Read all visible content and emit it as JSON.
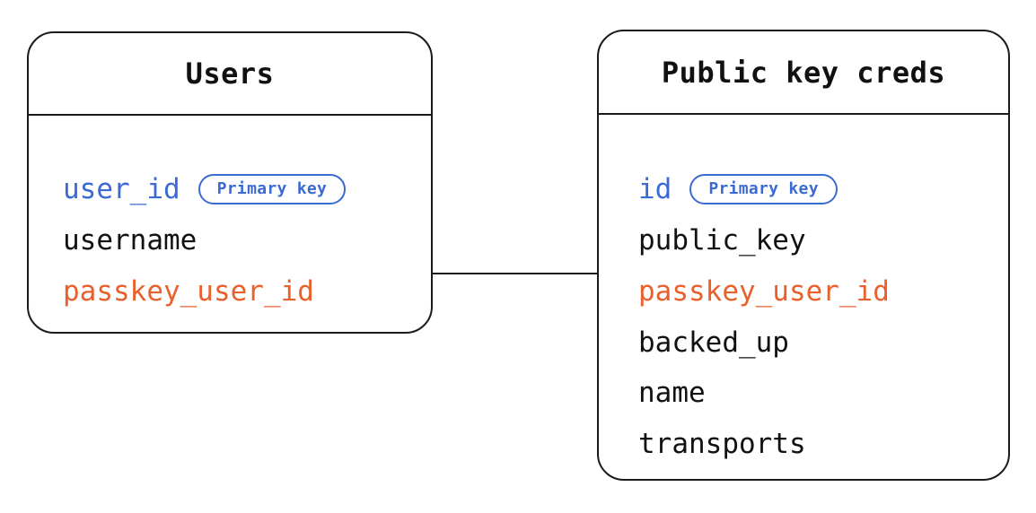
{
  "diagram": {
    "type": "entity-relationship",
    "background_color": "#ffffff",
    "colors": {
      "border": "#1a1a1a",
      "text": "#111111",
      "primary_key": "#3b6ad4",
      "foreign_key": "#e8602c",
      "connector": "#1a1a1a"
    },
    "entities": [
      {
        "id": "users",
        "title": "Users",
        "fields": [
          {
            "name": "user_id",
            "role": "primary_key",
            "badge": "Primary key"
          },
          {
            "name": "username",
            "role": "plain",
            "badge": null
          },
          {
            "name": "passkey_user_id",
            "role": "foreign_key",
            "badge": null
          }
        ]
      },
      {
        "id": "public_key_creds",
        "title": "Public key creds",
        "fields": [
          {
            "name": "id",
            "role": "primary_key",
            "badge": "Primary key"
          },
          {
            "name": "public_key",
            "role": "plain",
            "badge": null
          },
          {
            "name": "passkey_user_id",
            "role": "foreign_key",
            "badge": null
          },
          {
            "name": "backed_up",
            "role": "plain",
            "badge": null
          },
          {
            "name": "name",
            "role": "plain",
            "badge": null
          },
          {
            "name": "transports",
            "role": "plain",
            "badge": null
          }
        ]
      }
    ],
    "relationships": [
      {
        "from_entity": "users",
        "from_field": "passkey_user_id",
        "to_entity": "public_key_creds",
        "to_field": "passkey_user_id",
        "style": "solid-line"
      }
    ]
  }
}
